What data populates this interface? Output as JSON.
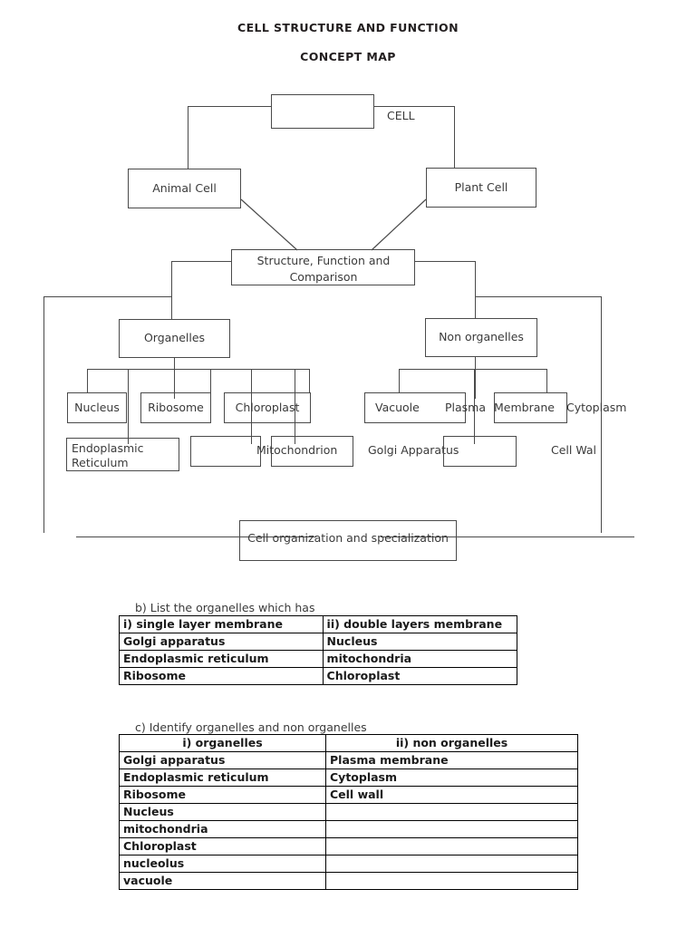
{
  "document": {
    "title_main": "CELL STRUCTURE AND FUNCTION",
    "title_sub": "CONCEPT MAP"
  },
  "concept_map": {
    "nodes": {
      "root_box_label": "",
      "cell": "CELL",
      "animal_cell": "Animal Cell",
      "plant_cell": "Plant Cell",
      "structure_function": "Structure, Function and Comparison",
      "organelles": "Organelles",
      "non_organelles": "Non  organelles",
      "nucleus": "Nucleus",
      "ribosome": "Ribosome",
      "chloroplast": "Chloroplast",
      "vacuole": "Vacuole",
      "plasma": "Plasma",
      "membrane": "Membrane",
      "cytoplasm": "Cytoplasm",
      "endoplasmic_reticulum": "Endoplasmic Reticulum",
      "mitochondrion": "Mitochondrion",
      "golgi_apparatus": "Golgi  Apparatus",
      "cell_wall": "Cell Wal",
      "cell_organization": "Cell organization and specialization"
    }
  },
  "question_b": {
    "prompt": "b)  List the organelles which has",
    "headers": [
      "i) single layer membrane",
      "ii) double layers membrane"
    ],
    "rows": [
      [
        "Golgi apparatus",
        "Nucleus"
      ],
      [
        "Endoplasmic reticulum",
        "mitochondria"
      ],
      [
        "Ribosome",
        "Chloroplast"
      ]
    ]
  },
  "question_c": {
    "prompt": "c)  Identify organelles and non organelles",
    "headers": [
      "i) organelles",
      "ii) non organelles"
    ],
    "rows": [
      [
        "Golgi apparatus",
        "Plasma membrane"
      ],
      [
        "Endoplasmic reticulum",
        "Cytoplasm"
      ],
      [
        "Ribosome",
        "Cell wall"
      ],
      [
        "Nucleus",
        ""
      ],
      [
        "mitochondria",
        ""
      ],
      [
        "Chloroplast",
        ""
      ],
      [
        "nucleolus",
        ""
      ],
      [
        "vacuole",
        ""
      ]
    ]
  }
}
